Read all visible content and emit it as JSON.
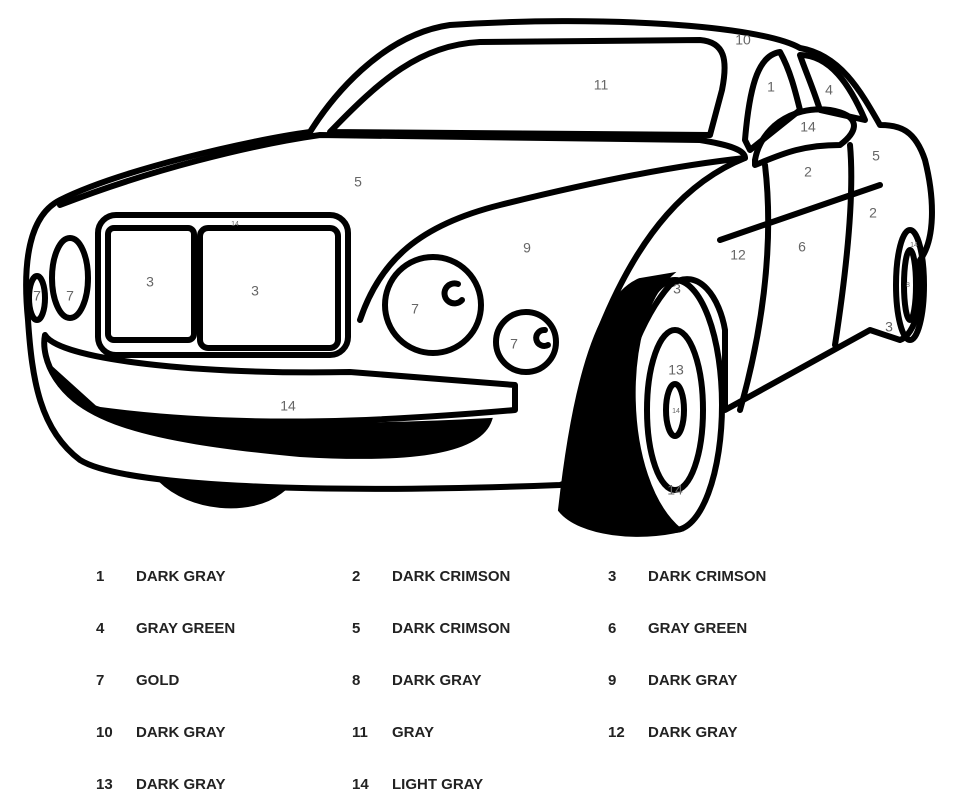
{
  "regions": [
    {
      "n": "10"
    },
    {
      "n": "11"
    },
    {
      "n": "1"
    },
    {
      "n": "4"
    },
    {
      "n": "14"
    },
    {
      "n": "5"
    },
    {
      "n": "2"
    },
    {
      "n": "2"
    },
    {
      "n": "5"
    },
    {
      "n": "9"
    },
    {
      "n": "12"
    },
    {
      "n": "6"
    },
    {
      "n": "3"
    },
    {
      "n": "3"
    },
    {
      "n": "7"
    },
    {
      "n": "7"
    },
    {
      "n": "7"
    },
    {
      "n": "7"
    },
    {
      "n": "14"
    },
    {
      "n": "3"
    },
    {
      "n": "13"
    },
    {
      "n": "14"
    },
    {
      "n": "14"
    },
    {
      "n": "3"
    },
    {
      "n": "14"
    },
    {
      "n": "8"
    },
    {
      "n": "14"
    }
  ],
  "legend": [
    {
      "num": "1",
      "color": "DARK GRAY"
    },
    {
      "num": "2",
      "color": "DARK CRIMSON"
    },
    {
      "num": "3",
      "color": "DARK CRIMSON"
    },
    {
      "num": "4",
      "color": "GRAY GREEN"
    },
    {
      "num": "5",
      "color": "DARK CRIMSON"
    },
    {
      "num": "6",
      "color": "GRAY GREEN"
    },
    {
      "num": "7",
      "color": "GOLD"
    },
    {
      "num": "8",
      "color": "DARK GRAY"
    },
    {
      "num": "9",
      "color": "DARK GRAY"
    },
    {
      "num": "10",
      "color": "DARK GRAY"
    },
    {
      "num": "11",
      "color": "GRAY"
    },
    {
      "num": "12",
      "color": "DARK GRAY"
    },
    {
      "num": "13",
      "color": "DARK GRAY"
    },
    {
      "num": "14",
      "color": "LIGHT GRAY"
    }
  ]
}
